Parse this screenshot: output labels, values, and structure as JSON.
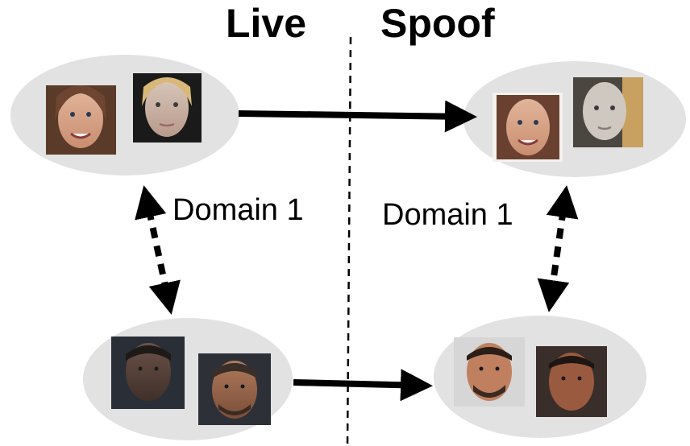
{
  "headings": {
    "live": "Live",
    "spoof": "Spoof"
  },
  "labels": {
    "domain_left": "Domain 1",
    "domain_right": "Domain 1"
  },
  "colors": {
    "cluster_fill": "#e2e2e2",
    "arrow": "#000000",
    "divider": "#000000"
  },
  "face_icons": {
    "top_live": [
      "smiling-woman-face-photo",
      "blonde-woman-face-photo"
    ],
    "top_spoof": [
      "printed-smiling-woman-face-photo",
      "printed-blonde-woman-face-photo"
    ],
    "bottom_live": [
      "dark-haired-man-face-photo",
      "bearded-man-face-photo"
    ],
    "bottom_spoof": [
      "bearded-man-spoof-face-photo",
      "short-haired-man-spoof-face-photo"
    ]
  }
}
